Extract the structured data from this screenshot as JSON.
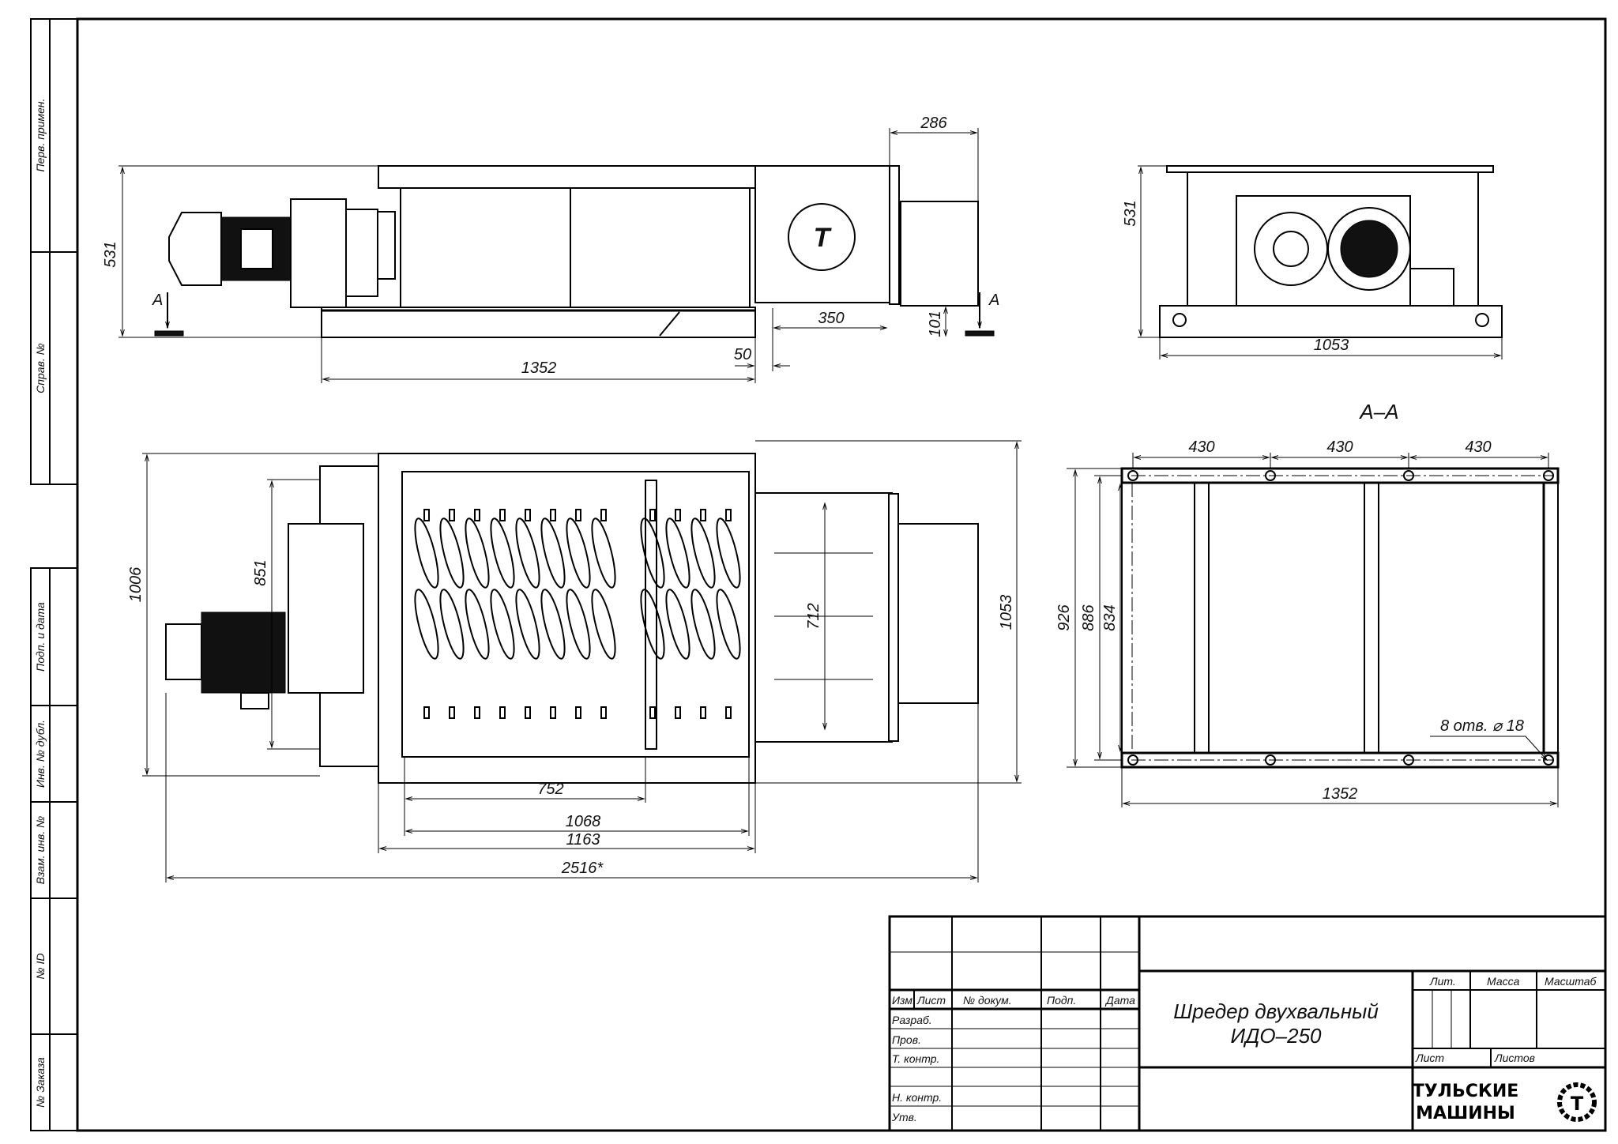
{
  "margin_labels": [
    "Перв. примен.",
    "Справ. №",
    "Подп. и дата",
    "Инв. № дубл.",
    "Взам. инв. №",
    "№ ID",
    "№ Заказа"
  ],
  "side_view": {
    "dims": {
      "height": "531",
      "flange": "286",
      "offset": "350",
      "lift": "101",
      "base_length": "1352",
      "gap": "50"
    },
    "section_mark": "А"
  },
  "end_view": {
    "dims": {
      "height": "531",
      "width": "1053"
    }
  },
  "plan_view": {
    "dims": {
      "total_width": "1006",
      "motor_width": "851",
      "hopper": "712",
      "overall_width": "1053",
      "chamber": "752",
      "inner_length": "1068",
      "housing_length": "1163",
      "overall_length": "2516*"
    }
  },
  "section": {
    "title": "А–А",
    "dims": {
      "pitch_1": "430",
      "pitch_2": "430",
      "pitch_3": "430",
      "outer": "926",
      "holes": "886",
      "inner": "834",
      "length": "1352"
    },
    "note": "8 отв. ⌀ 18"
  },
  "title_block": {
    "headers": {
      "izm": "Изм.",
      "list": "Лист",
      "doc": "№ докум.",
      "sign": "Подп.",
      "date": "Дата"
    },
    "roles": [
      "Разраб.",
      "Пров.",
      "Т. контр.",
      "",
      "Н. контр.",
      "Утв."
    ],
    "name_line1": "Шредер двухвальный",
    "name_line2": "ИДО–250",
    "lit": "Лит.",
    "mass": "Масса",
    "scale": "Масштаб",
    "sheet": "Лист",
    "sheets": "Листов",
    "logo_line1": "ТУЛЬСКИЕ",
    "logo_line2": "МАШИНЫ"
  }
}
